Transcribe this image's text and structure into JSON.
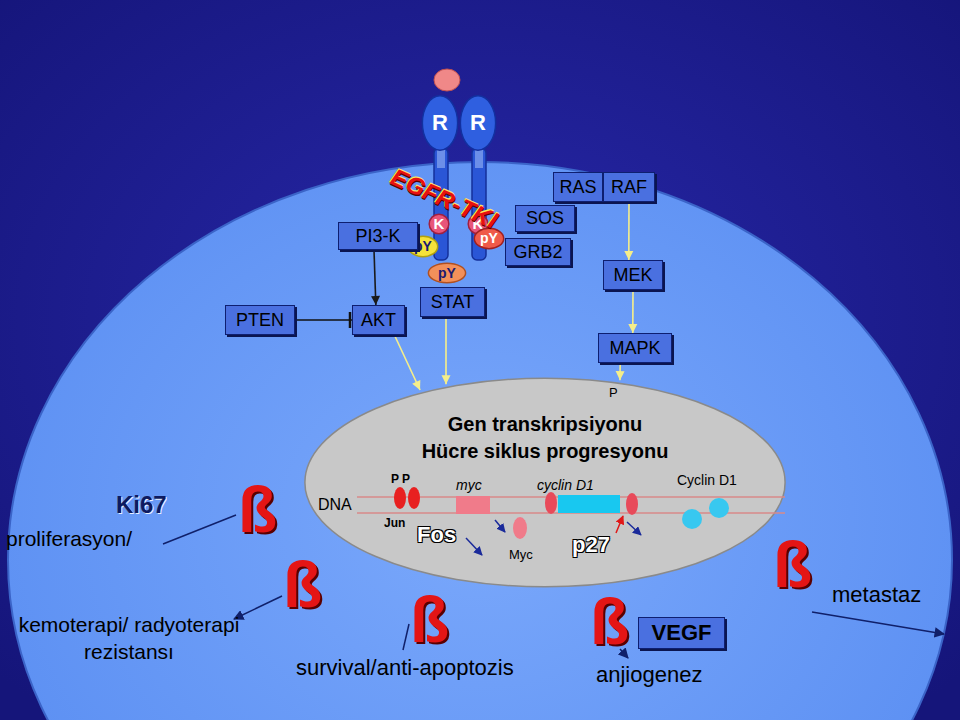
{
  "diagram": {
    "nodes": [
      {
        "text": [
          "R"
        ]
      },
      {
        "text": [
          "R"
        ]
      },
      {
        "text": [
          "K"
        ]
      },
      {
        "text": [
          "K"
        ]
      },
      {
        "text": [
          "pY"
        ]
      },
      {
        "text": [
          "pY"
        ]
      },
      {
        "text": [
          "PI3-K"
        ]
      },
      {
        "text": [
          "SOS"
        ]
      },
      {
        "text": [
          "RAS"
        ]
      },
      {
        "text": [
          "RAF"
        ]
      },
      {
        "text": [
          "GRB2"
        ]
      },
      {
        "text": [
          "pY"
        ]
      },
      {
        "text": [
          "STAT"
        ]
      },
      {
        "text": [
          "MEK"
        ]
      },
      {
        "text": [
          "PTEN"
        ]
      },
      {
        "text": [
          "AKT"
        ]
      },
      {
        "text": [
          "MAPK"
        ]
      },
      {
        "text": [
          "Gen transkripsiyonu Hücre siklus progresyonu"
        ]
      },
      {
        "text": [
          "VEGF"
        ]
      }
    ],
    "edges": [
      {
        "from": 6,
        "to": 15,
        "arrow": "to"
      },
      {
        "from": 14,
        "to": 15,
        "arrow": "to"
      },
      {
        "from": 15,
        "to": 17,
        "arrow": "to"
      },
      {
        "from": 12,
        "to": 17,
        "arrow": "to"
      },
      {
        "from": 9,
        "to": 13,
        "arrow": "to"
      },
      {
        "from": 13,
        "to": 16,
        "arrow": "to"
      },
      {
        "from": 16,
        "to": 17,
        "arrow": "to"
      }
    ],
    "labels": [
      "EGFR-TKI",
      "P",
      "DNA",
      "P P",
      "myc",
      "cyclin D1",
      "Cyclin D1",
      "Jun",
      "Fos",
      "Myc",
      "p27",
      "Ki67",
      "proliferasyon/",
      "ß",
      "ß",
      "ß",
      "ß",
      "ß",
      "kemoterapi/ radyoterapi rezistansı",
      "survival/anti-apoptozis",
      "anjiogenez",
      "metastaz"
    ]
  }
}
